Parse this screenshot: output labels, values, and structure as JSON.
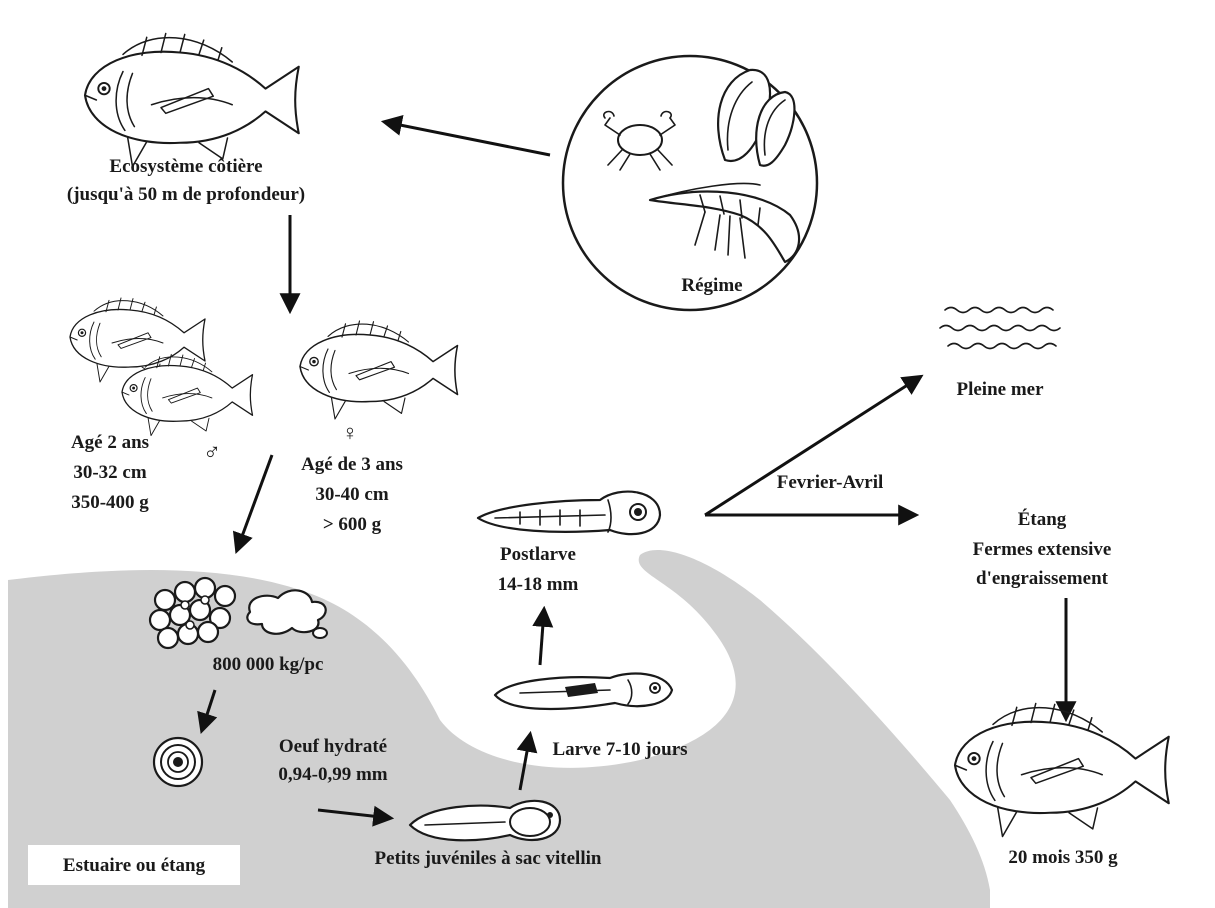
{
  "labels": {
    "coastal": "Ecosystème côtière",
    "coastal_depth": "(jusqu'à 50 m de profondeur)",
    "diet": "Régime",
    "open_sea": "Pleine mer",
    "male_age": "Agé 2 ans",
    "male_length": "30-32 cm",
    "male_weight": "350-400 g",
    "male_symbol": "♂",
    "female_symbol": "♀",
    "female_age": "Agé de 3 ans",
    "female_length": "30-40 cm",
    "female_weight": "> 600 g",
    "season": "Fevrier-Avril",
    "postlarva": "Postlarve",
    "postlarva_size": "14-18 mm",
    "pond": "Étang",
    "farms_1": "Fermes extensive",
    "farms_2": "d'engraissement",
    "eggs": "800 000 kg/pc",
    "hydrated_egg": "Oeuf hydraté",
    "egg_size": "0,94-0,99 mm",
    "larva": "Larve 7-10 jours",
    "juveniles": "Petits juvéniles à sac vitellin",
    "estuary": "Estuaire ou étang",
    "final": "20 mois 350 g"
  }
}
